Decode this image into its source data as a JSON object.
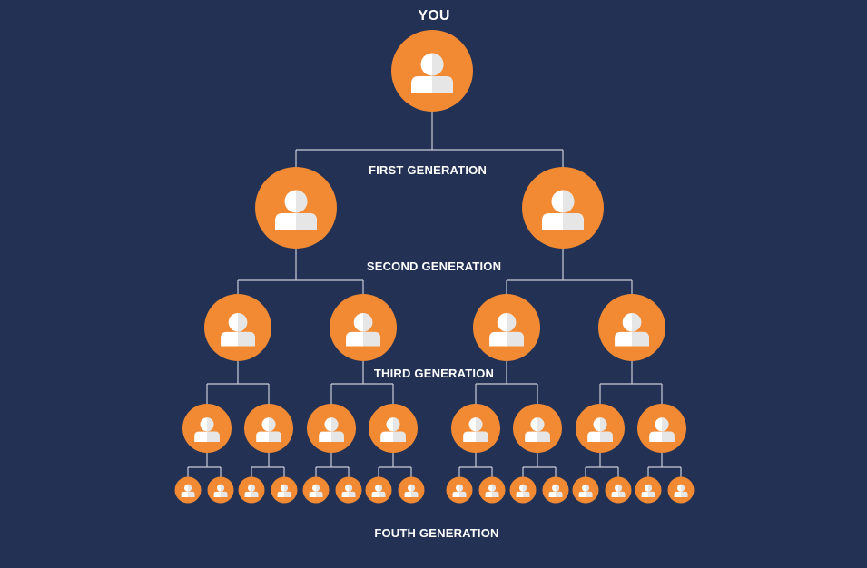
{
  "labels": {
    "top": "YOU",
    "gen1": "FIRST GENERATION",
    "gen2": "SECOND GENERATION",
    "gen3": "THIRD GENERATION",
    "gen4": "FOUTH GENERATION"
  },
  "colors": {
    "background": "#233155",
    "node": "#F18A33",
    "icon_light": "#FFFFFF",
    "icon_shade": "#E6E6E6",
    "connector": "#C9CDD8"
  },
  "icon": "person-icon",
  "tree": {
    "children": [
      {
        "children": [
          {
            "children": [
              {
                "children": [
                  {},
                  {}
                ]
              },
              {
                "children": [
                  {},
                  {}
                ]
              }
            ]
          },
          {
            "children": [
              {
                "children": [
                  {},
                  {}
                ]
              },
              {
                "children": [
                  {},
                  {}
                ]
              }
            ]
          }
        ]
      },
      {
        "children": [
          {
            "children": [
              {
                "children": [
                  {},
                  {}
                ]
              },
              {
                "children": [
                  {},
                  {}
                ]
              }
            ]
          },
          {
            "children": [
              {
                "children": [
                  {},
                  {}
                ]
              },
              {
                "children": [
                  {},
                  {}
                ]
              }
            ]
          }
        ]
      }
    ]
  }
}
